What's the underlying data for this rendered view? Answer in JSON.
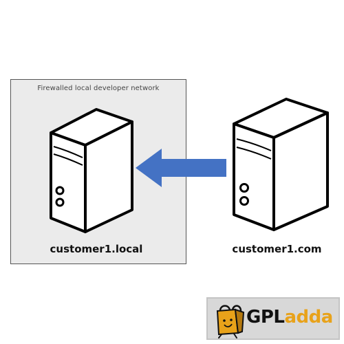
{
  "diagram": {
    "network_caption": "Firewalled local developer network",
    "local_server_label": "customer1.local",
    "remote_server_label": "customer1.com",
    "arrow_color": "#4472c4",
    "network_box_color": "#ebebeb"
  },
  "watermark": {
    "brand_prefix": "GPL",
    "brand_suffix": "adda",
    "accent_color": "#e8a21a",
    "icon": "shopping-bag-icon"
  }
}
